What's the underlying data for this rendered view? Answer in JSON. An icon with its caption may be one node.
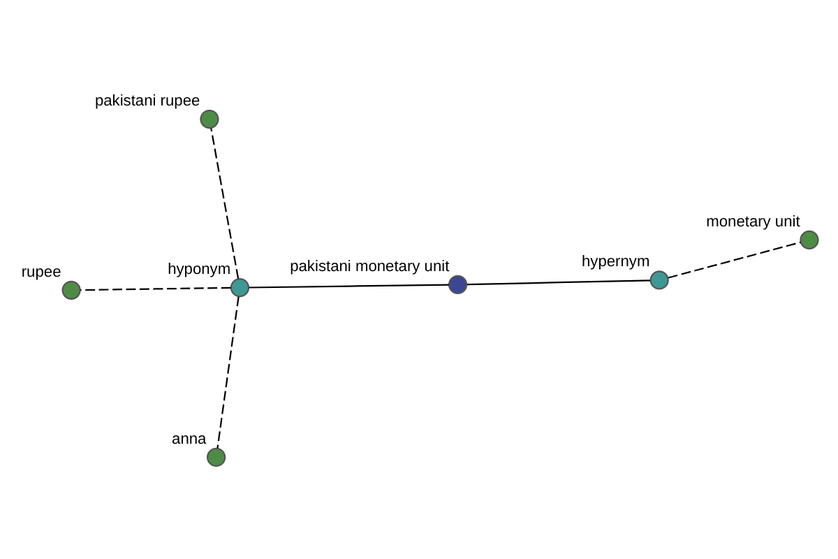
{
  "diagram": {
    "nodes": [
      {
        "text": [],
        "shape": "circle",
        "beside": [
          "hypernym"
        ]
      },
      {
        "text": [],
        "shape": "circle",
        "beside": [
          "monetary unit"
        ]
      },
      {
        "text": [],
        "shape": "circle",
        "beside": [
          "pakistani monetary unit"
        ]
      },
      {
        "text": [],
        "shape": "circle",
        "beside": [
          "hyponym"
        ]
      },
      {
        "text": [],
        "shape": "circle",
        "beside": [
          "pakistani rupee"
        ]
      },
      {
        "text": [],
        "shape": "circle",
        "beside": [
          "rupee"
        ]
      },
      {
        "text": [],
        "shape": "circle",
        "beside": [
          "anna"
        ]
      }
    ],
    "edges": [
      {
        "from": 2,
        "to": 0,
        "arrow": "none"
      },
      {
        "from": 0,
        "to": 1,
        "arrow": "none",
        "style": "dashed"
      },
      {
        "from": 2,
        "to": 3,
        "arrow": "none"
      },
      {
        "from": 3,
        "to": 5,
        "arrow": "none",
        "style": "dashed"
      },
      {
        "from": 3,
        "to": 6,
        "arrow": "none",
        "style": "dashed"
      },
      {
        "from": 3,
        "to": 4,
        "arrow": "none",
        "style": "dashed"
      }
    ]
  }
}
